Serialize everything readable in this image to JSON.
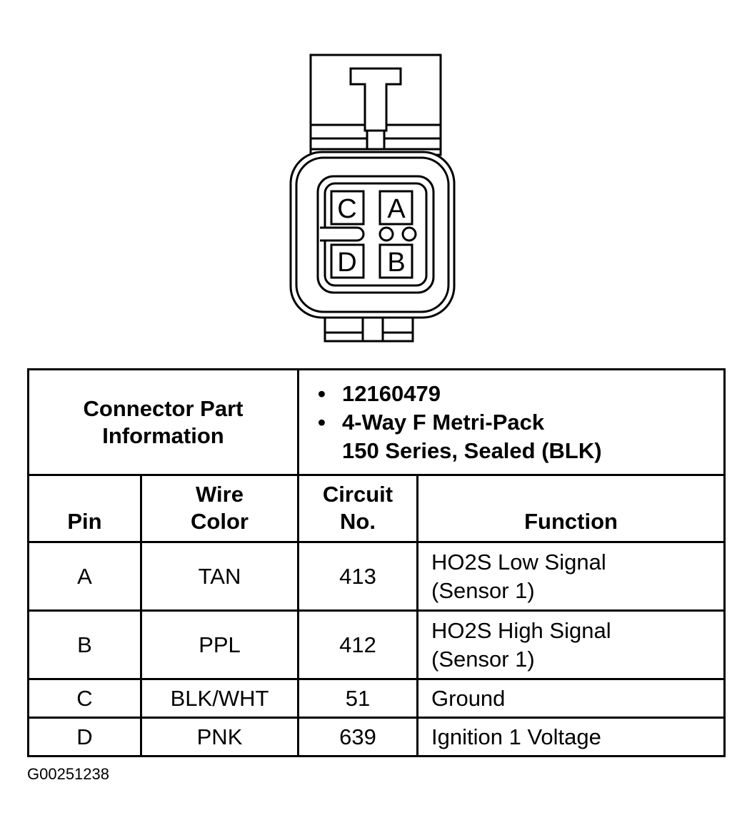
{
  "connector": {
    "pins": [
      "C",
      "A",
      "D",
      "B"
    ]
  },
  "part_info": {
    "label_line1": "Connector Part",
    "label_line2": "Information",
    "part_number": "12160479",
    "description_line1": "4-Way F Metri-Pack",
    "description_line2": "150 Series, Sealed (BLK)"
  },
  "columns": {
    "pin": "Pin",
    "wire_color_line1": "Wire",
    "wire_color_line2": "Color",
    "circuit_line1": "Circuit",
    "circuit_line2": "No.",
    "function": "Function"
  },
  "rows": [
    {
      "pin": "A",
      "color": "TAN",
      "circuit": "413",
      "function_line1": "HO2S Low Signal",
      "function_line2": "(Sensor 1)"
    },
    {
      "pin": "B",
      "color": "PPL",
      "circuit": "412",
      "function_line1": "HO2S High Signal",
      "function_line2": "(Sensor 1)"
    },
    {
      "pin": "C",
      "color": "BLK/WHT",
      "circuit": "51",
      "function_line1": "Ground",
      "function_line2": ""
    },
    {
      "pin": "D",
      "color": "PNK",
      "circuit": "639",
      "function_line1": "Ignition 1 Voltage",
      "function_line2": ""
    }
  ],
  "figure_id": "G00251238"
}
